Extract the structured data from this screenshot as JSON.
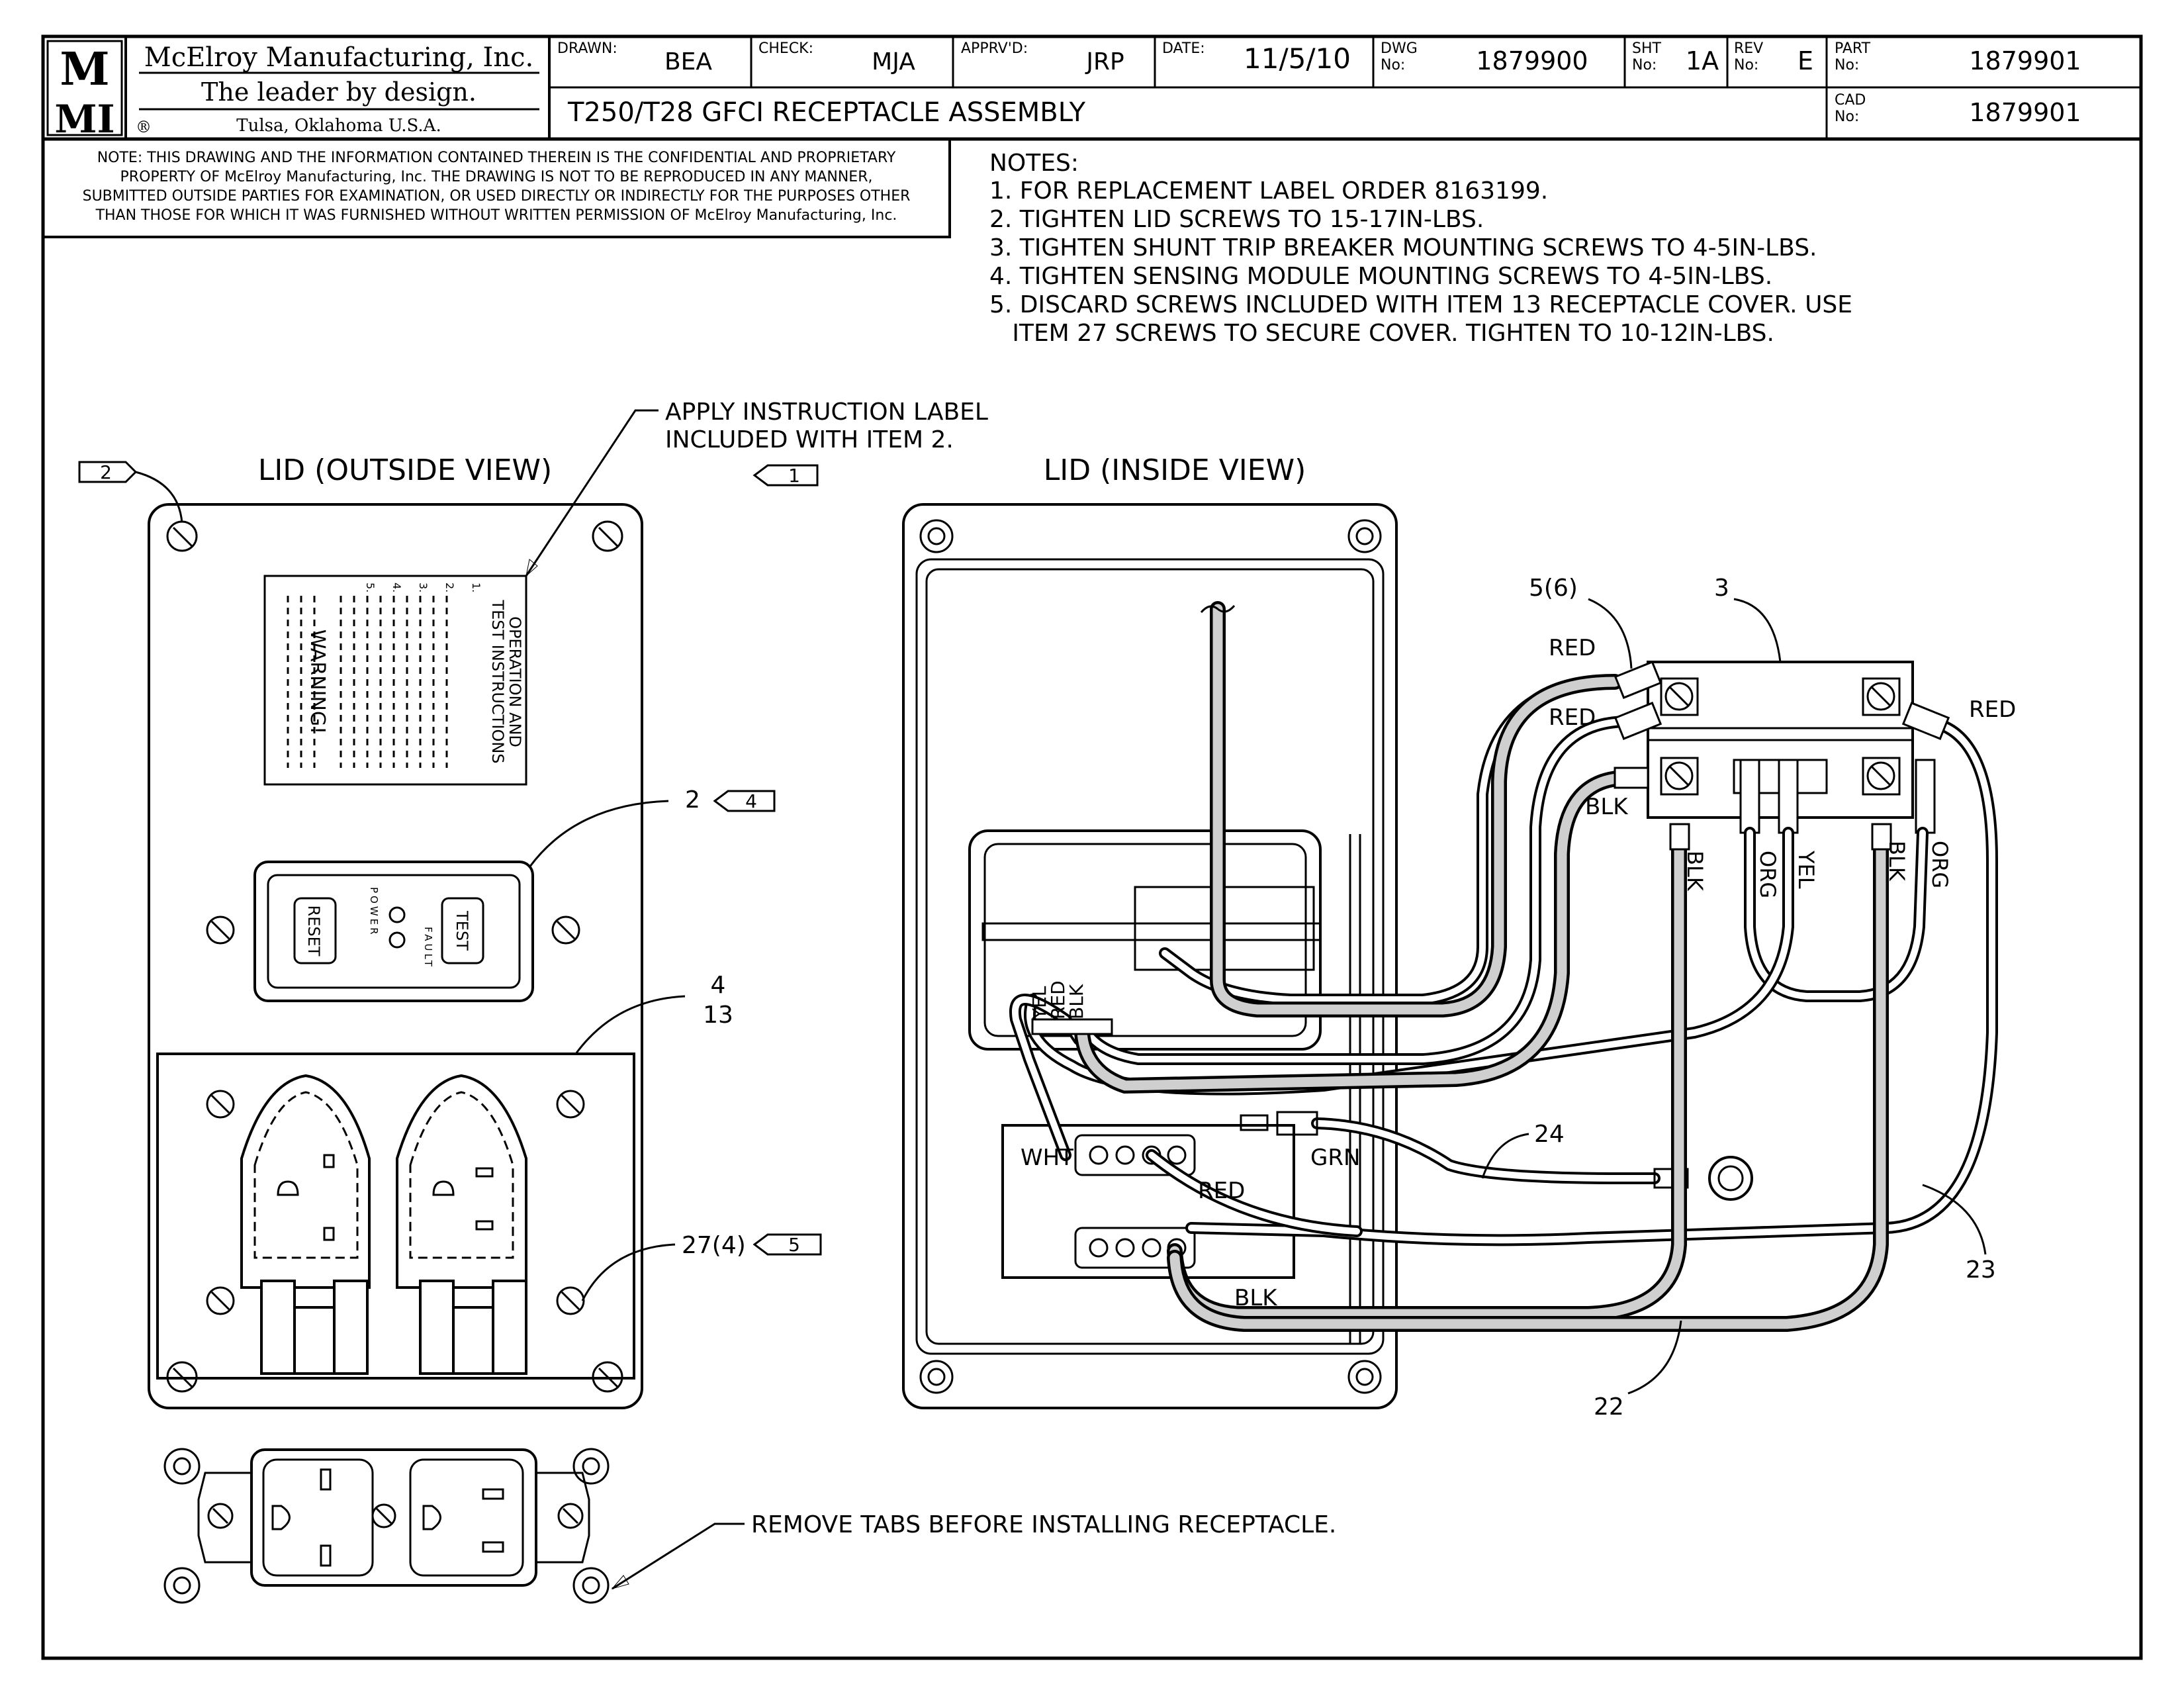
{
  "title_block": {
    "company_logo": "MMI",
    "company_name": "McElroy Manufacturing, Inc.",
    "tagline": "The leader by design.",
    "registered_mark": "®",
    "location": "Tulsa, Oklahoma U.S.A.",
    "drawn_label": "DRAWN:",
    "drawn_value": "BEA",
    "check_label": "CHECK:",
    "check_value": "MJA",
    "apprvd_label": "APPRV'D:",
    "apprvd_value": "JRP",
    "date_label": "DATE:",
    "date_value": "11/5/10",
    "dwg_label_1": "DWG",
    "dwg_label_2": "No:",
    "dwg_value": "1879900",
    "sht_label_1": "SHT",
    "sht_label_2": "No:",
    "sht_value": "1A",
    "rev_label_1": "REV",
    "rev_label_2": "No:",
    "rev_value": "E",
    "part_label_1": "PART",
    "part_label_2": "No:",
    "part_value": "1879901",
    "cad_label_1": "CAD",
    "cad_label_2": "No:",
    "cad_value": "1879901",
    "drawing_title": "T250/T28 GFCI RECEPTACLE ASSEMBLY"
  },
  "confidential_note": [
    "NOTE: THIS DRAWING AND THE INFORMATION CONTAINED THEREIN IS THE CONFIDENTIAL AND PROPRIETARY",
    "PROPERTY OF McElroy Manufacturing, Inc. THE DRAWING IS NOT TO BE REPRODUCED IN ANY MANNER,",
    "SUBMITTED OUTSIDE PARTIES FOR EXAMINATION, OR USED DIRECTLY OR INDIRECTLY FOR THE PURPOSES OTHER",
    "THAN THOSE FOR WHICH IT WAS FURNISHED WITHOUT WRITTEN PERMISSION OF McElroy Manufacturing, Inc."
  ],
  "notes": {
    "heading": "NOTES:",
    "lines": [
      "1. FOR REPLACEMENT LABEL ORDER 8163199.",
      "2. TIGHTEN LID SCREWS TO 15-17IN-LBS.",
      "3. TIGHTEN SHUNT TRIP BREAKER MOUNTING SCREWS TO 4-5IN-LBS.",
      "4. TIGHTEN SENSING MODULE MOUNTING SCREWS TO 4-5IN-LBS.",
      "5. DISCARD SCREWS INCLUDED WITH ITEM 13 RECEPTACLE COVER. USE",
      "   ITEM 27 SCREWS TO SECURE COVER. TIGHTEN TO 10-12IN-LBS."
    ]
  },
  "outside_view": {
    "title": "LID (OUTSIDE VIEW)",
    "label_line_1": "APPLY INSTRUCTION LABEL",
    "label_line_2": "INCLUDED WITH ITEM 2.",
    "flag_1": "1",
    "flag_2": "2",
    "label_heading_1": "OPERATION AND",
    "label_heading_2": "TEST INSTRUCTIONS",
    "label_warning": "WARNING!",
    "label_steps": [
      "1.",
      "2.",
      "3.",
      "4.",
      "5."
    ],
    "gfci_reset": "RESET",
    "gfci_test": "TEST",
    "gfci_power": "POWER",
    "gfci_fault": "FAULT",
    "callout_2": "2",
    "callout_2_flag": "4",
    "callout_4": "4",
    "callout_13": "13",
    "callout_27": "27(4)",
    "callout_27_flag": "5",
    "receptacle_note": "REMOVE TABS BEFORE INSTALLING RECEPTACLE."
  },
  "inside_view": {
    "title": "LID (INSIDE VIEW)",
    "callout_5": "5(6)",
    "callout_3": "3",
    "callout_22": "22",
    "callout_23": "23",
    "callout_24": "24",
    "wire_red_1": "RED",
    "wire_red_2": "RED",
    "wire_red_3": "RED",
    "wire_red_4": "RED",
    "wire_blk_1": "BLK",
    "wire_blk_2": "BLK",
    "wire_blk_3": "BLK",
    "wire_blk_4": "BLK",
    "wire_blk_5": "BLK",
    "wire_org_1": "ORG",
    "wire_org_2": "ORG",
    "wire_yel_1": "YEL",
    "wire_yel_2": "YEL",
    "wire_red_v": "RED",
    "wire_wht": "WHT",
    "wire_grn": "GRN"
  }
}
